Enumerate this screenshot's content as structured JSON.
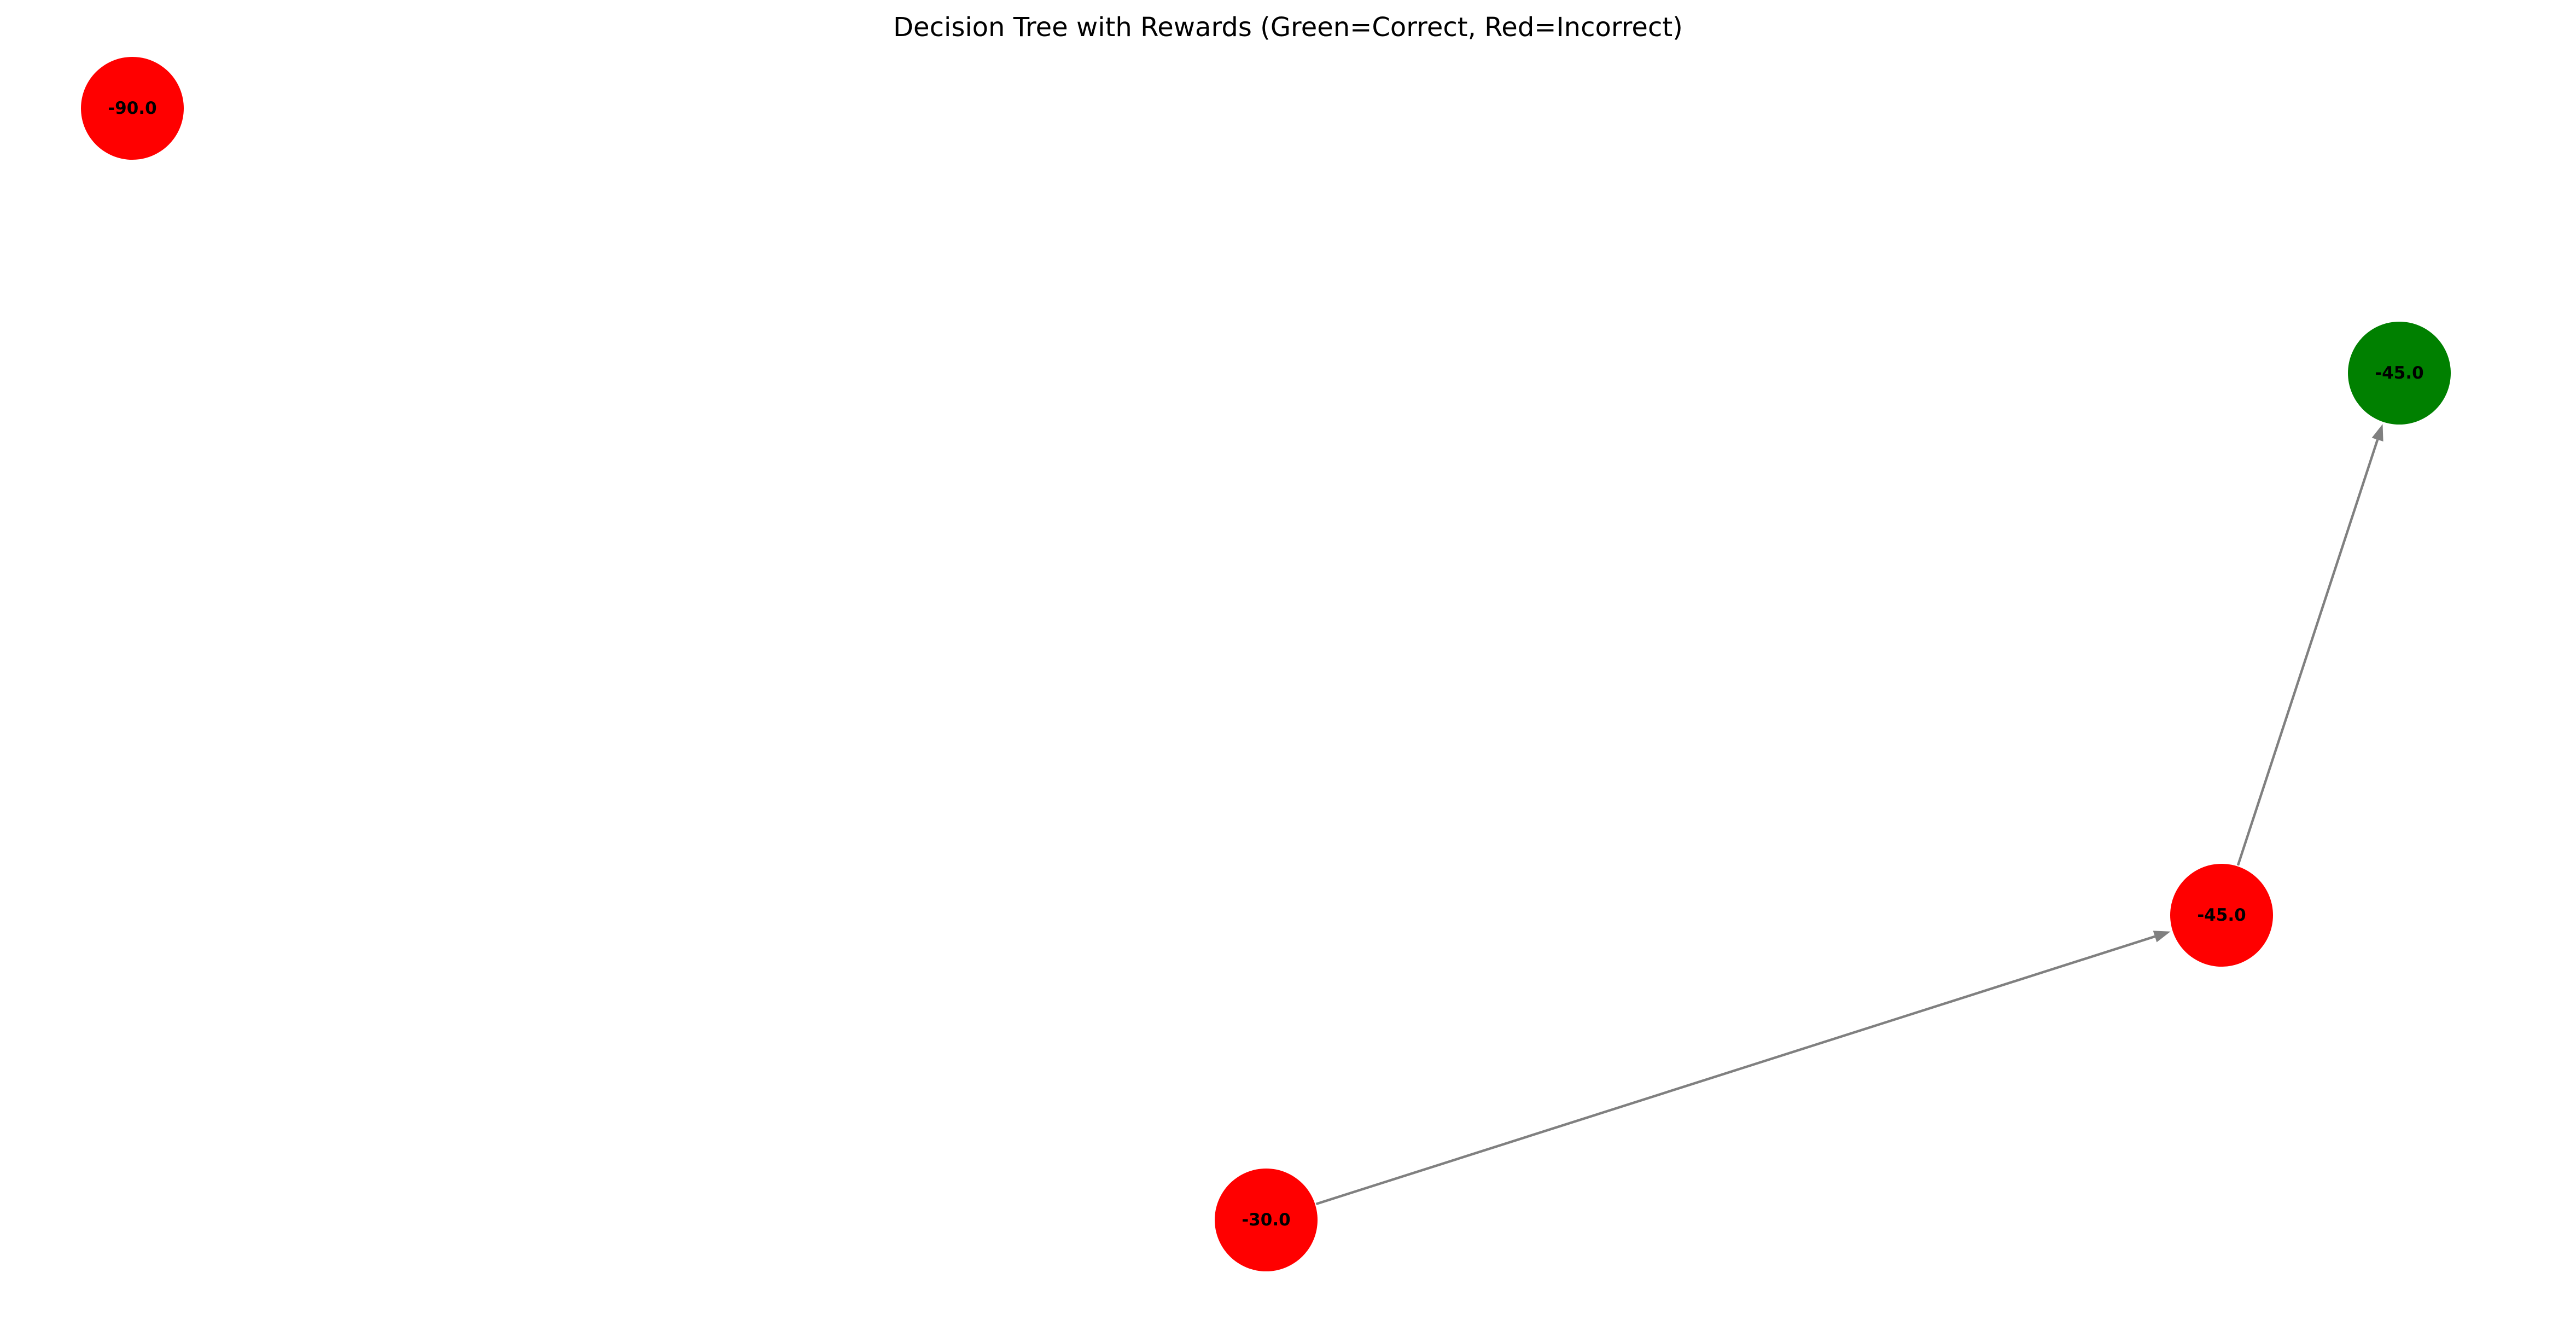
{
  "title": "Decision Tree with Rewards (Green=Correct, Red=Incorrect)",
  "colors": {
    "correct": "#008000",
    "incorrect": "#ff0000",
    "edge": "#808080"
  },
  "nodes": [
    {
      "id": "n1",
      "label": "-90.0",
      "status": "incorrect"
    },
    {
      "id": "n2",
      "label": "-45.0",
      "status": "correct"
    },
    {
      "id": "n3",
      "label": "-45.0",
      "status": "incorrect"
    },
    {
      "id": "n4",
      "label": "-30.0",
      "status": "incorrect"
    }
  ],
  "edges": [
    {
      "from": "n4",
      "to": "n3"
    },
    {
      "from": "n3",
      "to": "n2"
    }
  ]
}
